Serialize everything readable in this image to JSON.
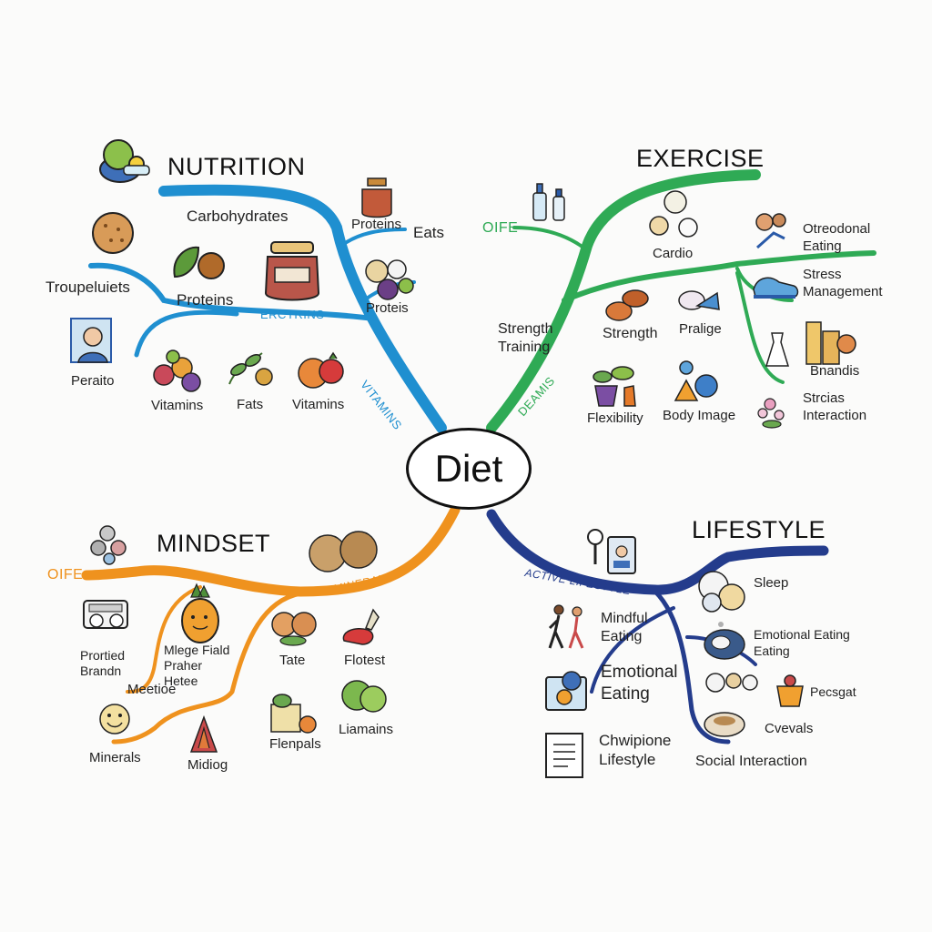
{
  "center": "Diet",
  "colors": {
    "nutrition": "#1f8fd0",
    "exercise": "#2faa55",
    "mindset": "#ef921e",
    "lifestyle": "#243c8c"
  },
  "nutrition": {
    "title": "NUTRITION",
    "branch_labels": [
      "ERCTRINS",
      "VITAMINS"
    ],
    "items": [
      "Carbohydrates",
      "Proteins",
      "Eats",
      "Troupeluiets",
      "Proteins",
      "Proteis",
      "Peraito",
      "Vitamins",
      "Fats",
      "Vitamins"
    ]
  },
  "exercise": {
    "title": "EXERCISE",
    "tag": "OIFE",
    "branch_labels": [
      "DEAMIS"
    ],
    "items": [
      "Cardio",
      "Otreodonal\nEating",
      "Stress\nManagement",
      "Strength\nTraining",
      "Strength",
      "Pralige",
      "Bnandis",
      "Flexibility",
      "Body Image",
      "Strcias\nInteraction"
    ]
  },
  "mindset": {
    "title": "MINDSET",
    "tag": "OIFE",
    "branch_labels": [
      "MINERALS"
    ],
    "items": [
      "Mlege Fiald\nPraher\nHetee",
      "Tate",
      "Flotest",
      "Prortied\nBrandn",
      "Meetioe",
      "Minerals",
      "Midiog",
      "Flenpals",
      "Liamains"
    ]
  },
  "lifestyle": {
    "title": "LIFESTYLE",
    "branch_labels": [
      "ACTIVE LIFESTYLE"
    ],
    "items": [
      "Sleep",
      "Mindful\nEating",
      "Emotional Eating\nEating",
      "Emotional\nEating",
      "Pecsgat",
      "Cvevals",
      "Chwipione\nLifestyle",
      "Social Interaction"
    ]
  }
}
